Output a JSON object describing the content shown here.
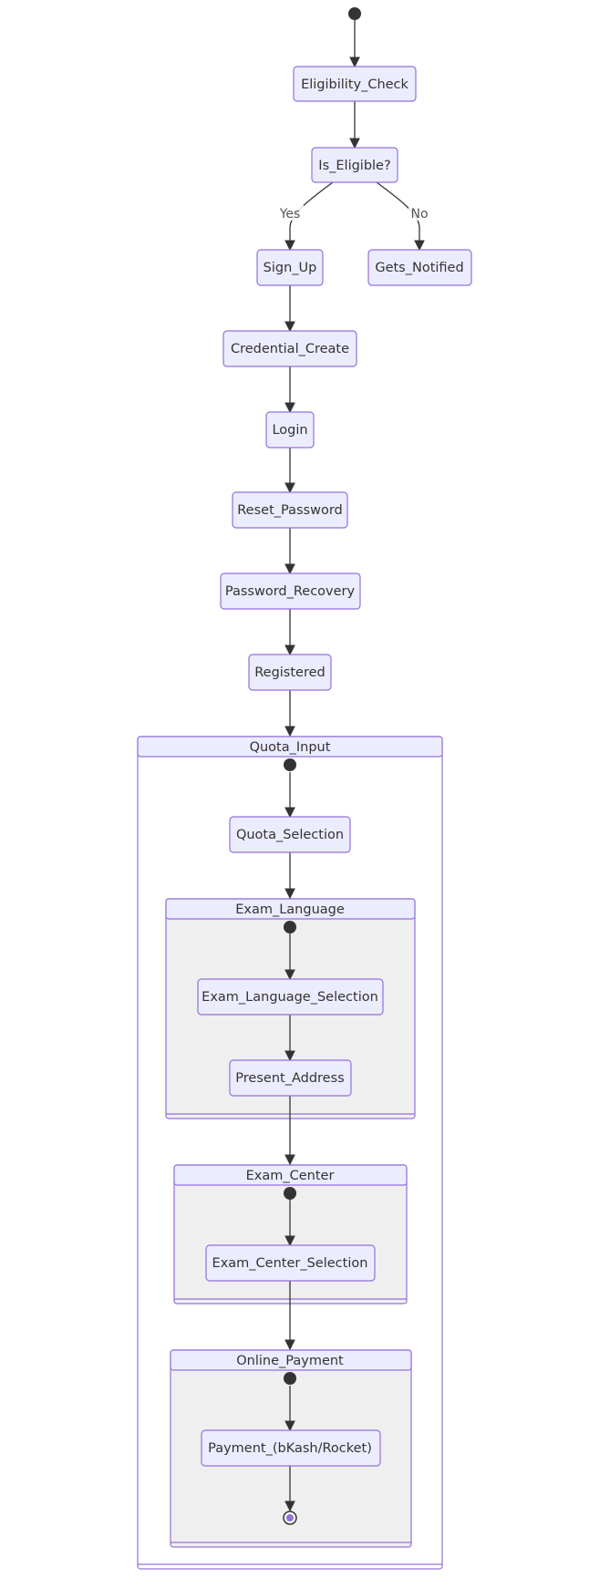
{
  "diagram": {
    "states": {
      "eligibility_check": "Eligibility_Check",
      "is_eligible": "Is_Eligible?",
      "sign_up": "Sign_Up",
      "gets_notified": "Gets_Notified",
      "credential_create": "Credential_Create",
      "login": "Login",
      "reset_password": "Reset_Password",
      "password_recovery": "Password_Recovery",
      "registered": "Registered",
      "quota_selection": "Quota_Selection",
      "exam_language_selection": "Exam_Language_Selection",
      "present_address": "Present_Address",
      "exam_center_selection": "Exam_Center_Selection",
      "payment": "Payment_(bKash/Rocket)"
    },
    "composites": {
      "quota_input": "Quota_Input",
      "exam_language": "Exam_Language",
      "exam_center": "Exam_Center",
      "online_payment": "Online_Payment"
    },
    "edge_labels": {
      "yes": "Yes",
      "no": "No"
    },
    "colors": {
      "node_fill": "#ECECFF",
      "node_stroke": "#9370DB",
      "composite_fill": "#EFEFEF",
      "line": "#333333"
    }
  }
}
